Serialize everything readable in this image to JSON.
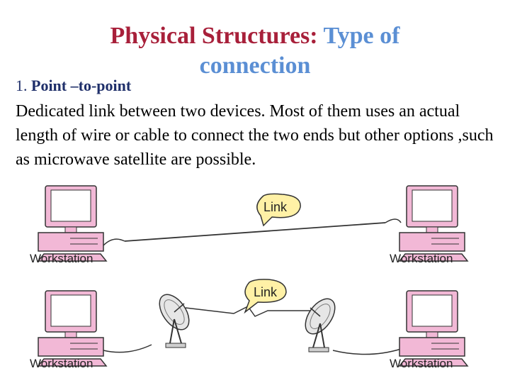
{
  "title": {
    "part1": "Physical Structures:",
    "part2": "Type of",
    "part3": "connection",
    "color_red": "#a8203a",
    "color_blue": "#5b8fd4"
  },
  "section": {
    "number": "1.",
    "heading": "Point –to-point"
  },
  "description": "Dedicated link between two devices. Most of them uses an actual length of wire or cable to connect the two ends but other options ,such as microwave satellite are possible.",
  "diagram": {
    "top": {
      "left_label": "Workstation",
      "right_label": "Workstation",
      "link_label": "Link"
    },
    "bottom": {
      "left_label": "Workstation",
      "right_label": "Workstation",
      "link_label": "Link"
    },
    "colors": {
      "computer": "#f2b8d6",
      "computer_dark": "#d98cb8",
      "screen": "#ffffff",
      "callout": "#fff1a6"
    }
  }
}
